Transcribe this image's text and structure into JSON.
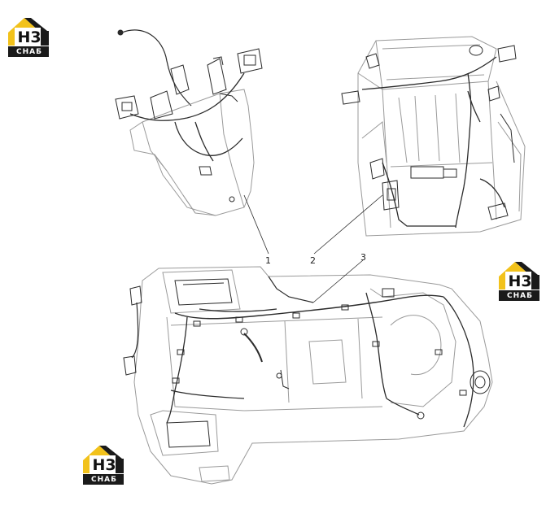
{
  "logo": {
    "mark": "H3",
    "caption": "СНАБ",
    "accent": "#f2c21b",
    "dark": "#1a1a1a"
  },
  "callouts": [
    "1",
    "2",
    "3"
  ],
  "line_color": "#2b2b2b",
  "light_line_color": "#9a9a9a"
}
